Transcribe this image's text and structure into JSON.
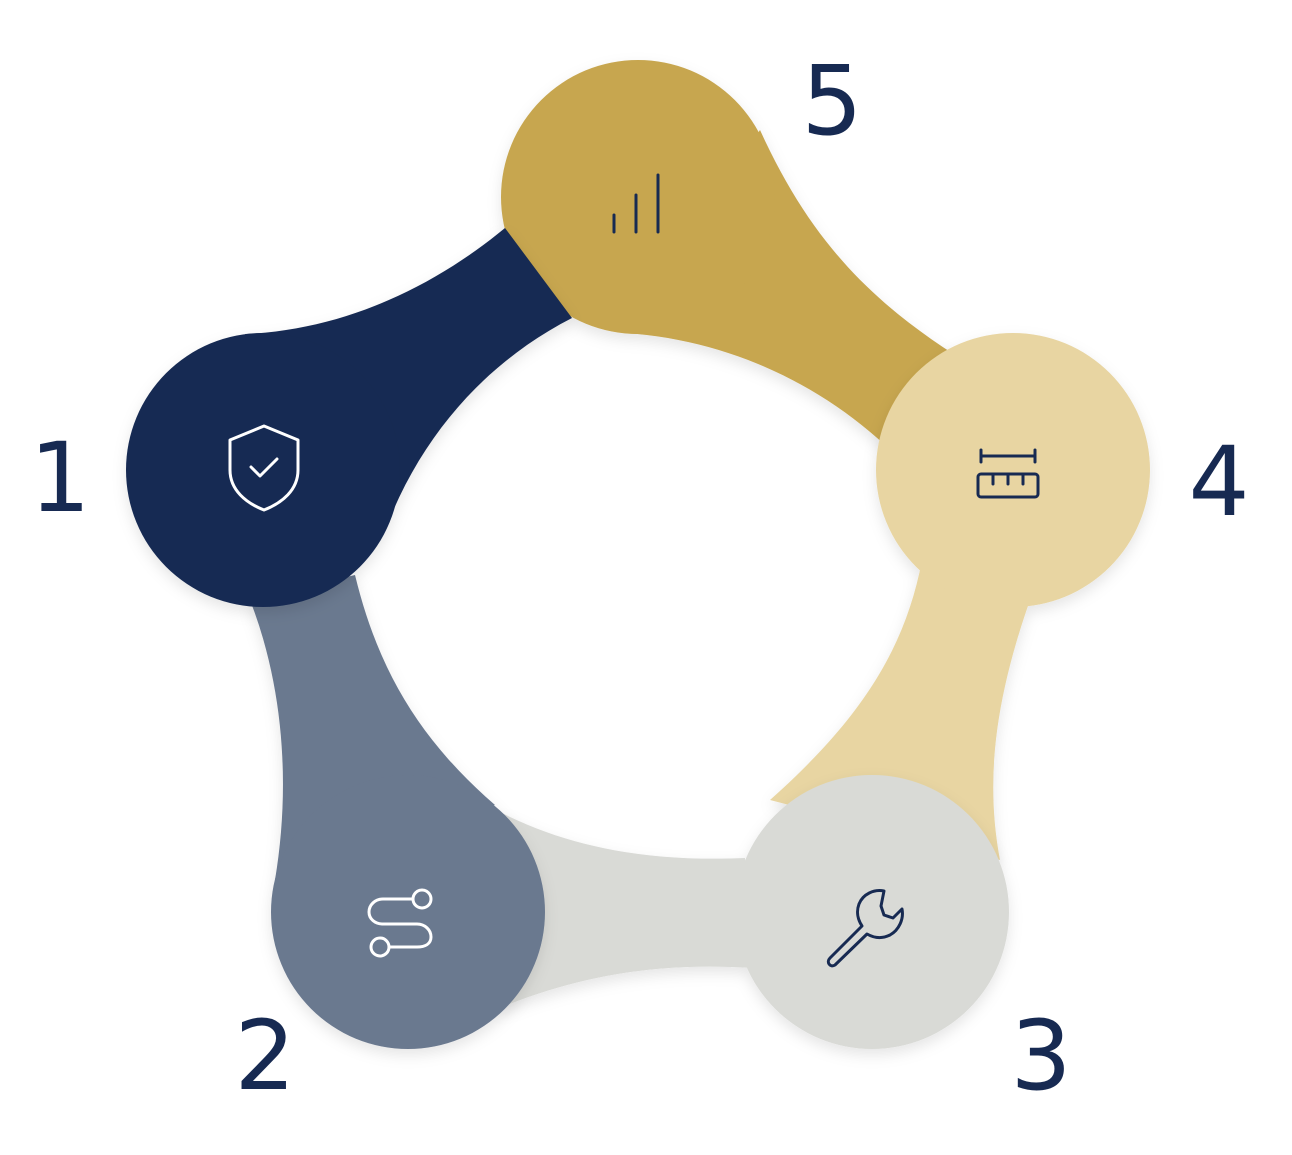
{
  "diagram": {
    "title": "",
    "steps": [
      {
        "number": "1",
        "icon": "shield-check-icon",
        "color": "#172a52",
        "icon_color": "#ffffff"
      },
      {
        "number": "2",
        "icon": "route-icon",
        "color": "#6b798f",
        "icon_color": "#ffffff"
      },
      {
        "number": "3",
        "icon": "wrench-icon",
        "color": "#d9dad6",
        "icon_color": "#172a52"
      },
      {
        "number": "4",
        "icon": "ruler-icon",
        "color": "#e8d5a2",
        "icon_color": "#172a52"
      },
      {
        "number": "5",
        "icon": "bar-chart-icon",
        "color": "#c7a650",
        "icon_color": "#172a52"
      }
    ],
    "number_color": "#172a52"
  }
}
